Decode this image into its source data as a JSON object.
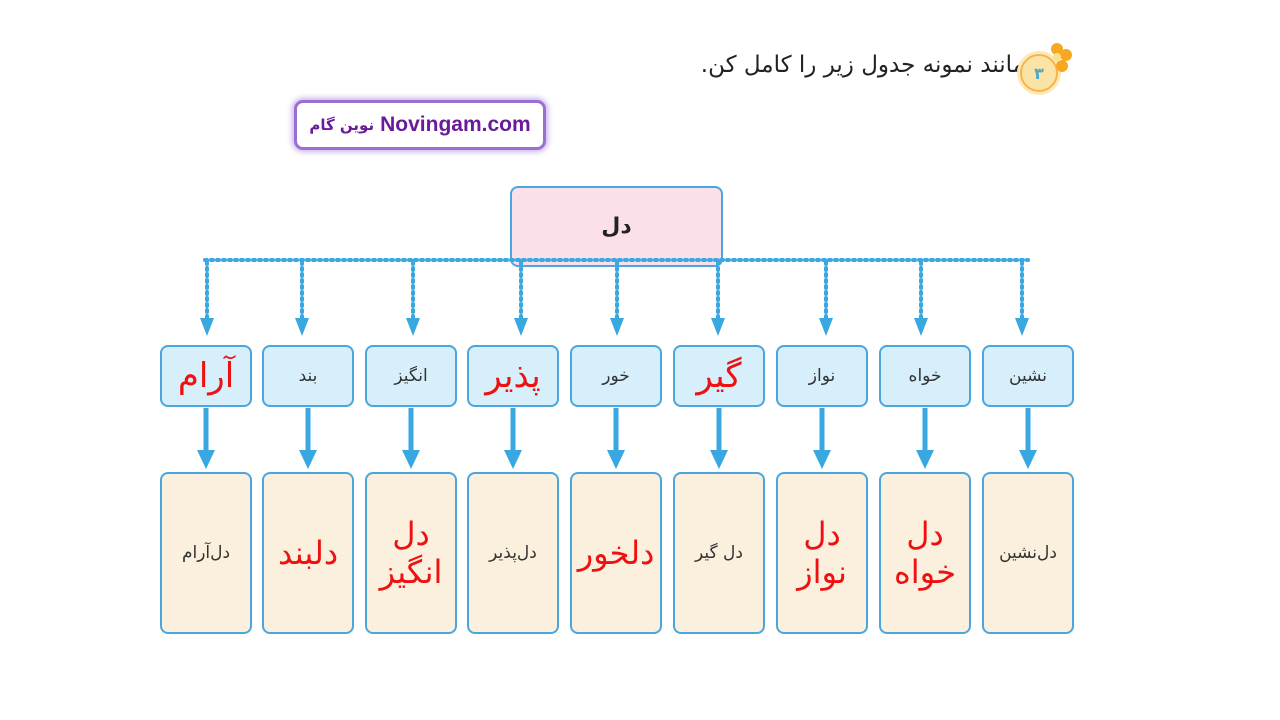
{
  "instruction": {
    "number": "۳",
    "text": "مانند نمونه جدول زیر را کامل کن."
  },
  "logo": {
    "latin": "Novingam.com",
    "persian": "نوین گام"
  },
  "root": {
    "label": "دل"
  },
  "columns": [
    {
      "suffix": "نشین",
      "suffix_handwritten": false,
      "compound": "دل‌نشین",
      "compound_handwritten": false
    },
    {
      "suffix": "خواه",
      "suffix_handwritten": false,
      "compound": "دل\nخواه",
      "compound_handwritten": true
    },
    {
      "suffix": "نواز",
      "suffix_handwritten": false,
      "compound": "دل\nنواز",
      "compound_handwritten": true
    },
    {
      "suffix": "گیر",
      "suffix_handwritten": true,
      "compound": "دل گیر",
      "compound_handwritten": false
    },
    {
      "suffix": "خور",
      "suffix_handwritten": false,
      "compound": "دلخور",
      "compound_handwritten": true
    },
    {
      "suffix": "پذیر",
      "suffix_handwritten": true,
      "compound": "دل‌پذیر",
      "compound_handwritten": false
    },
    {
      "suffix": "انگیز",
      "suffix_handwritten": false,
      "compound": "دل\nانگیز",
      "compound_handwritten": true
    },
    {
      "suffix": "بند",
      "suffix_handwritten": false,
      "compound": "دلبند",
      "compound_handwritten": true
    },
    {
      "suffix": "آرام",
      "suffix_handwritten": true,
      "compound": "دل‌آرام",
      "compound_handwritten": false
    }
  ],
  "colors": {
    "connector": "#3aa8e0",
    "handwritten": "#ee1111",
    "root_fill": "#fbe0ea",
    "mid_fill": "#d7effa",
    "bottom_fill": "#fbefdd"
  }
}
